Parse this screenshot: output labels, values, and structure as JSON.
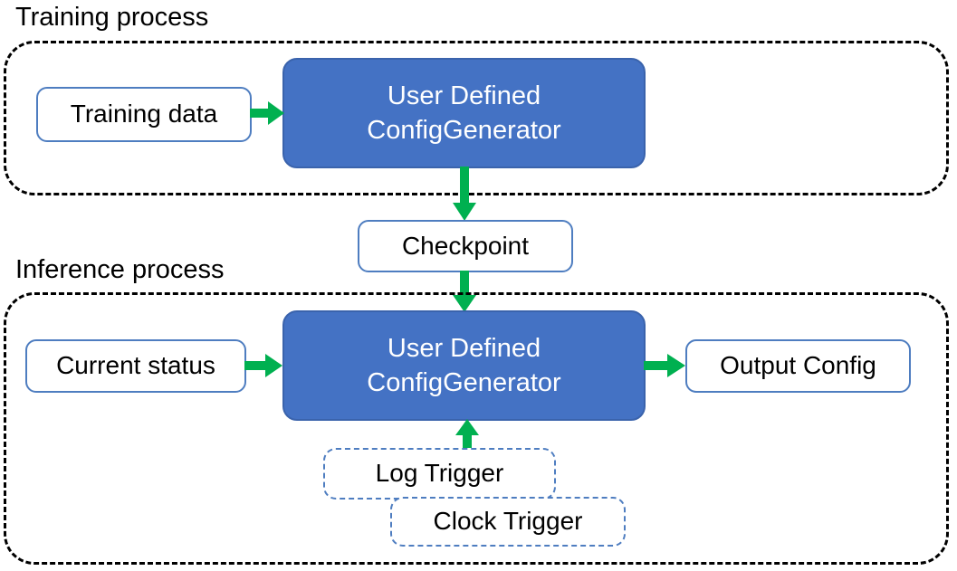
{
  "diagram": {
    "title_training": "Training process",
    "title_inference": "Inference process",
    "colors": {
      "node_fill_blue": "#4472C4",
      "node_border_blue": "#4E7DC0",
      "arrow_green": "#00B050",
      "container_border": "#000000",
      "node_fill_white": "#FFFFFF",
      "text_dark": "#000000",
      "text_light": "#FFFFFF"
    },
    "training_process": {
      "label": "Training process",
      "nodes": {
        "training_data": "Training data",
        "generator_line1": "User Defined",
        "generator_line2": "ConfigGenerator"
      }
    },
    "checkpoint": {
      "label": "Checkpoint"
    },
    "inference_process": {
      "label": "Inference process",
      "nodes": {
        "current_status": "Current status",
        "generator_line1": "User Defined",
        "generator_line2": "ConfigGenerator",
        "output_config": "Output Config",
        "log_trigger": "Log Trigger",
        "clock_trigger": "Clock Trigger"
      }
    },
    "arrows": [
      {
        "name": "training-data-to-generator",
        "from": "Training data",
        "to": "User Defined ConfigGenerator",
        "direction": "right"
      },
      {
        "name": "generator-to-checkpoint",
        "from": "User Defined ConfigGenerator",
        "to": "Checkpoint",
        "direction": "down"
      },
      {
        "name": "checkpoint-to-generator",
        "from": "Checkpoint",
        "to": "User Defined ConfigGenerator",
        "direction": "down"
      },
      {
        "name": "current-status-to-generator",
        "from": "Current status",
        "to": "User Defined ConfigGenerator",
        "direction": "right"
      },
      {
        "name": "generator-to-output-config",
        "from": "User Defined ConfigGenerator",
        "to": "Output Config",
        "direction": "right"
      },
      {
        "name": "log-trigger-to-generator",
        "from": "Log Trigger",
        "to": "User Defined ConfigGenerator",
        "direction": "up"
      }
    ]
  }
}
